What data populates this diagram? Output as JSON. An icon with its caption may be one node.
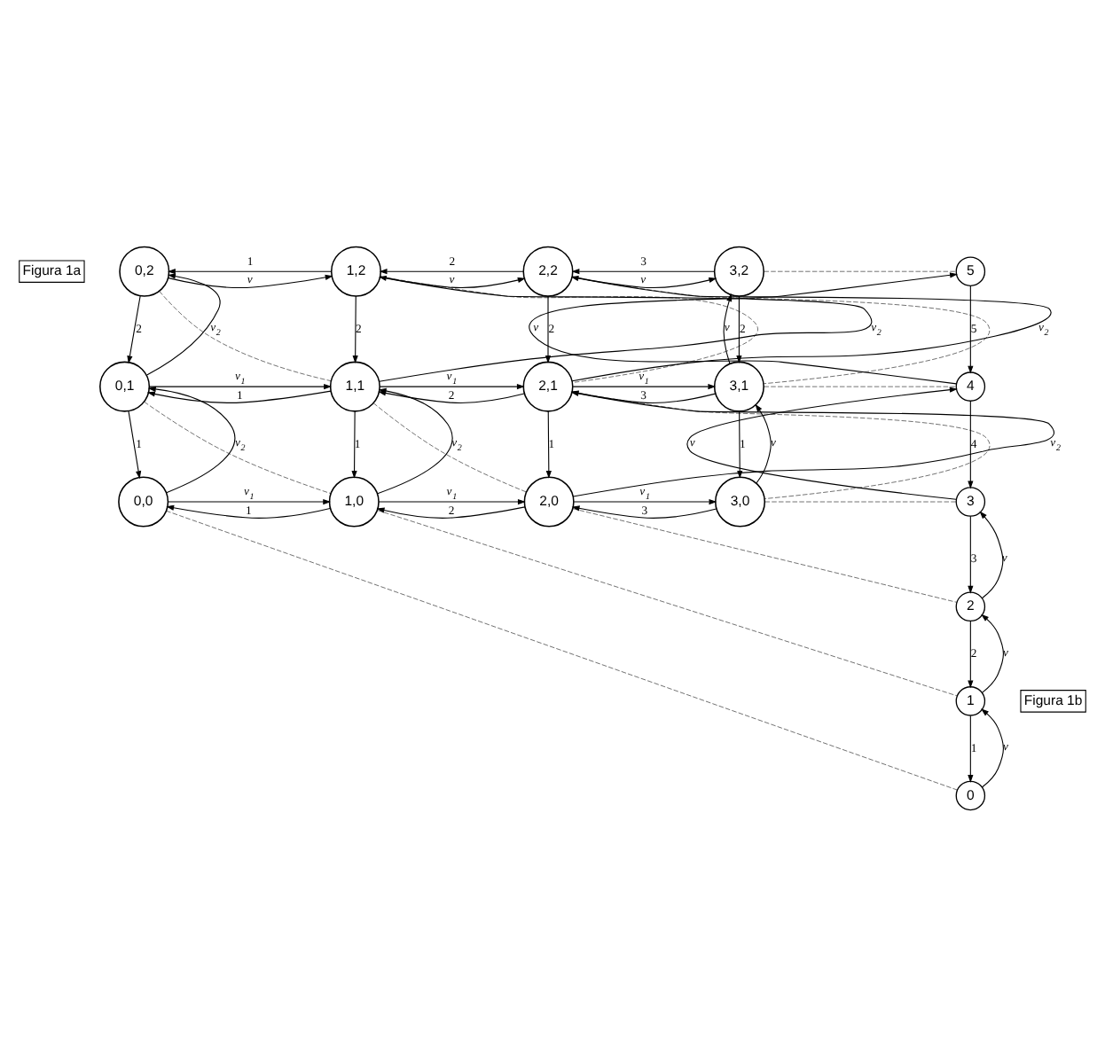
{
  "diagram": {
    "nodes": [
      {
        "text": [
          "Figura 1a"
        ]
      },
      {
        "text": [
          "0,2"
        ]
      },
      {
        "text": [
          "1,2"
        ]
      },
      {
        "text": [
          "2,2"
        ]
      },
      {
        "text": [
          "3,2"
        ]
      },
      {
        "text": [
          "0,1"
        ]
      },
      {
        "text": [
          "1,1"
        ]
      },
      {
        "text": [
          "2,1"
        ]
      },
      {
        "text": [
          "3,1"
        ]
      },
      {
        "text": [
          "0,0"
        ]
      },
      {
        "text": [
          "1,0"
        ]
      },
      {
        "text": [
          "2,0"
        ]
      },
      {
        "text": [
          "3,0"
        ]
      },
      {
        "text": [
          "5"
        ]
      },
      {
        "text": [
          "4"
        ]
      },
      {
        "text": [
          "3"
        ]
      },
      {
        "text": [
          "2"
        ]
      },
      {
        "text": [
          "Figura 1b"
        ]
      },
      {
        "text": [
          "1"
        ]
      },
      {
        "text": [
          "0"
        ]
      }
    ],
    "edges": [
      {
        "from": 1,
        "to": 2,
        "arrow": "to",
        "label": "v"
      },
      {
        "from": 2,
        "to": 1,
        "arrow": "to",
        "label": "1"
      },
      {
        "from": 2,
        "to": 3,
        "arrow": "to",
        "label": "v"
      },
      {
        "from": 3,
        "to": 2,
        "arrow": "to",
        "label": "2"
      },
      {
        "from": 3,
        "to": 4,
        "arrow": "to",
        "label": "v"
      },
      {
        "from": 4,
        "to": 3,
        "arrow": "to",
        "label": "3"
      },
      {
        "from": 5,
        "to": 6,
        "arrow": "to",
        "label": "v$_{1}$"
      },
      {
        "from": 6,
        "to": 5,
        "arrow": "to",
        "label": "1"
      },
      {
        "from": 6,
        "to": 7,
        "arrow": "to",
        "label": "v$_{1}$"
      },
      {
        "from": 7,
        "to": 6,
        "arrow": "to",
        "label": "2"
      },
      {
        "from": 7,
        "to": 8,
        "arrow": "to",
        "label": "v$_{1}$"
      },
      {
        "from": 8,
        "to": 7,
        "arrow": "to",
        "label": "3"
      },
      {
        "from": 9,
        "to": 10,
        "arrow": "to",
        "label": "v$_{1}$"
      },
      {
        "from": 10,
        "to": 9,
        "arrow": "to",
        "label": "1"
      },
      {
        "from": 10,
        "to": 11,
        "arrow": "to",
        "label": "v$_{1}$"
      },
      {
        "from": 11,
        "to": 10,
        "arrow": "to",
        "label": "2"
      },
      {
        "from": 11,
        "to": 12,
        "arrow": "to",
        "label": "v$_{1}$"
      },
      {
        "from": 12,
        "to": 11,
        "arrow": "to",
        "label": "3"
      },
      {
        "from": 1,
        "to": 5,
        "arrow": "to",
        "label": "2"
      },
      {
        "from": 5,
        "to": 1,
        "arrow": "to",
        "label": "v$_{2}$"
      },
      {
        "from": 2,
        "to": 6,
        "arrow": "to",
        "label": "2"
      },
      {
        "from": 6,
        "to": 2,
        "arrow": "to",
        "label": "v$_{2}$"
      },
      {
        "from": 3,
        "to": 7,
        "arrow": "to",
        "label": "2"
      },
      {
        "from": 7,
        "to": 3,
        "arrow": "to",
        "label": "v$_{2}$"
      },
      {
        "from": 4,
        "to": 8,
        "arrow": "to",
        "label": "2"
      },
      {
        "from": 8,
        "to": 4,
        "arrow": "to",
        "label": "v"
      },
      {
        "from": 5,
        "to": 9,
        "arrow": "to",
        "label": "1"
      },
      {
        "from": 9,
        "to": 5,
        "arrow": "to",
        "label": "v$_{2}$"
      },
      {
        "from": 6,
        "to": 10,
        "arrow": "to",
        "label": "1"
      },
      {
        "from": 10,
        "to": 6,
        "arrow": "to",
        "label": "v$_{2}$"
      },
      {
        "from": 7,
        "to": 11,
        "arrow": "to",
        "label": "1"
      },
      {
        "from": 11,
        "to": 7,
        "arrow": "to",
        "label": "v$_{2}$"
      },
      {
        "from": 8,
        "to": 12,
        "arrow": "to",
        "label": "1"
      },
      {
        "from": 12,
        "to": 8,
        "arrow": "to",
        "label": "v"
      },
      {
        "from": 19,
        "to": 18,
        "arrow": "to",
        "label": "v"
      },
      {
        "from": 18,
        "to": 19,
        "arrow": "to",
        "label": "1"
      },
      {
        "from": 18,
        "to": 16,
        "arrow": "to",
        "label": "v"
      },
      {
        "from": 16,
        "to": 18,
        "arrow": "to",
        "label": "2"
      },
      {
        "from": 16,
        "to": 15,
        "arrow": "to",
        "label": "v"
      },
      {
        "from": 15,
        "to": 16,
        "arrow": "to",
        "label": "3"
      },
      {
        "from": 15,
        "to": 14,
        "arrow": "to",
        "label": "v"
      },
      {
        "from": 14,
        "to": 15,
        "arrow": "to",
        "label": "4"
      },
      {
        "from": 14,
        "to": 13,
        "arrow": "to",
        "label": "v"
      },
      {
        "from": 13,
        "to": 14,
        "arrow": "to",
        "label": "5"
      },
      {
        "from": 9,
        "to": 19,
        "arrow": "none",
        "style": "dashed"
      },
      {
        "from": 5,
        "to": 10,
        "arrow": "none",
        "style": "dashed"
      },
      {
        "from": 10,
        "to": 18,
        "arrow": "none",
        "style": "dashed"
      },
      {
        "from": 1,
        "to": 6,
        "arrow": "none",
        "style": "dashed"
      },
      {
        "from": 6,
        "to": 11,
        "arrow": "none",
        "style": "dashed"
      },
      {
        "from": 11,
        "to": 16,
        "arrow": "none",
        "style": "dashed"
      },
      {
        "from": 2,
        "to": 7,
        "arrow": "none",
        "style": "dashed"
      },
      {
        "from": 7,
        "to": 12,
        "arrow": "none",
        "style": "dashed"
      },
      {
        "from": 12,
        "to": 15,
        "arrow": "none",
        "style": "dashed"
      },
      {
        "from": 3,
        "to": 8,
        "arrow": "none",
        "style": "dashed"
      },
      {
        "from": 8,
        "to": 14,
        "arrow": "none",
        "style": "dashed"
      },
      {
        "from": 4,
        "to": 13,
        "arrow": "none",
        "style": "dashed"
      }
    ]
  }
}
